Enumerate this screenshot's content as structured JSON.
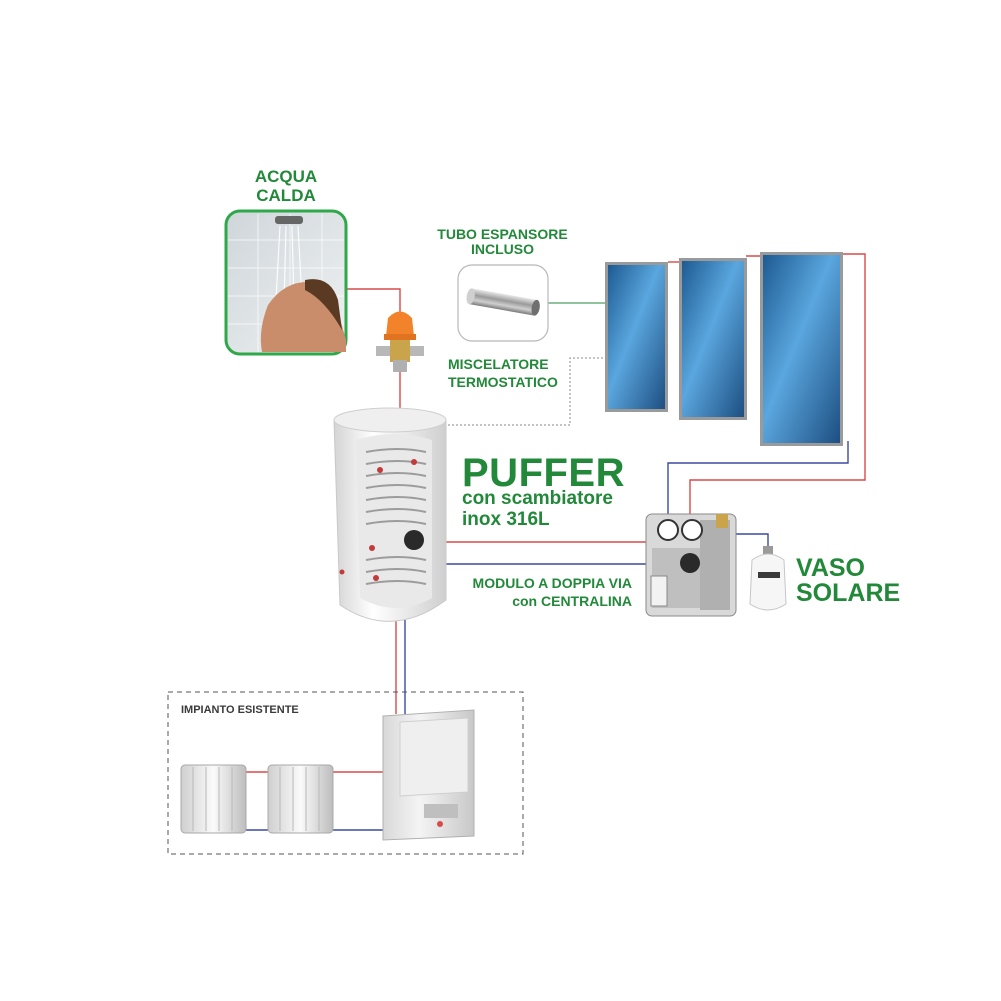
{
  "labels": {
    "acqua": "ACQUA",
    "calda": "CALDA",
    "tubo_line1": "TUBO ESPANSORE",
    "tubo_line2": "INCLUSO",
    "misc_line1": "MISCELATORE",
    "misc_line2": "TERMOSTATICO",
    "puffer": "PUFFER",
    "puffer_sub1": "con scambiatore",
    "puffer_sub2": "inox 316L",
    "modulo_line1": "MODULO A DOPPIA VIA",
    "modulo_line2": "con CENTRALINA",
    "vaso_line1": "VASO",
    "vaso_line2": "SOLARE",
    "impianto": "IMPIANTO ESISTENTE"
  },
  "colors": {
    "green": "#23893a",
    "pipe_red": "#d94a4a",
    "pipe_blue": "#3c4aa0",
    "panel_blue": "#3f86c6",
    "dark_text": "#3a3a3a"
  },
  "icons": {
    "shower": "shower-photo",
    "valve": "thermostatic-mixing-valve",
    "tube": "expansion-tube",
    "panels": "solar-thermal-collectors",
    "tank": "puffer-tank",
    "module": "pump-station-module",
    "vessel": "solar-expansion-vessel",
    "boiler": "wall-boiler",
    "radiator": "radiator"
  }
}
